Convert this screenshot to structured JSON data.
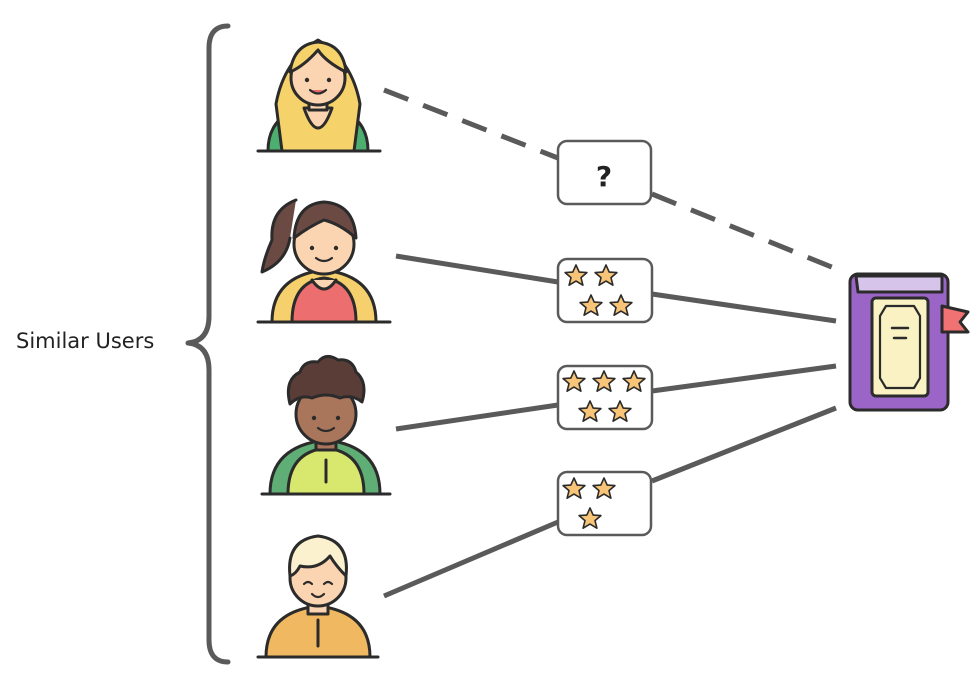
{
  "group_label": "Similar Users",
  "unknown_rating_label": "?",
  "users": [
    {
      "id": "blonde-woman",
      "rating_stars": null,
      "link": "dashed"
    },
    {
      "id": "ponytail-woman",
      "rating_stars": 4,
      "link": "solid"
    },
    {
      "id": "curly-hair-man",
      "rating_stars": 5,
      "link": "solid"
    },
    {
      "id": "blond-boy",
      "rating_stars": 3,
      "link": "solid"
    }
  ],
  "item": {
    "icon": "book-icon"
  },
  "colors": {
    "line": "#5a5a5a",
    "star_fill": "#f7c478",
    "book_cover": "#9b64c7",
    "book_page": "#fbf2c3",
    "bookmark": "#f07272"
  }
}
